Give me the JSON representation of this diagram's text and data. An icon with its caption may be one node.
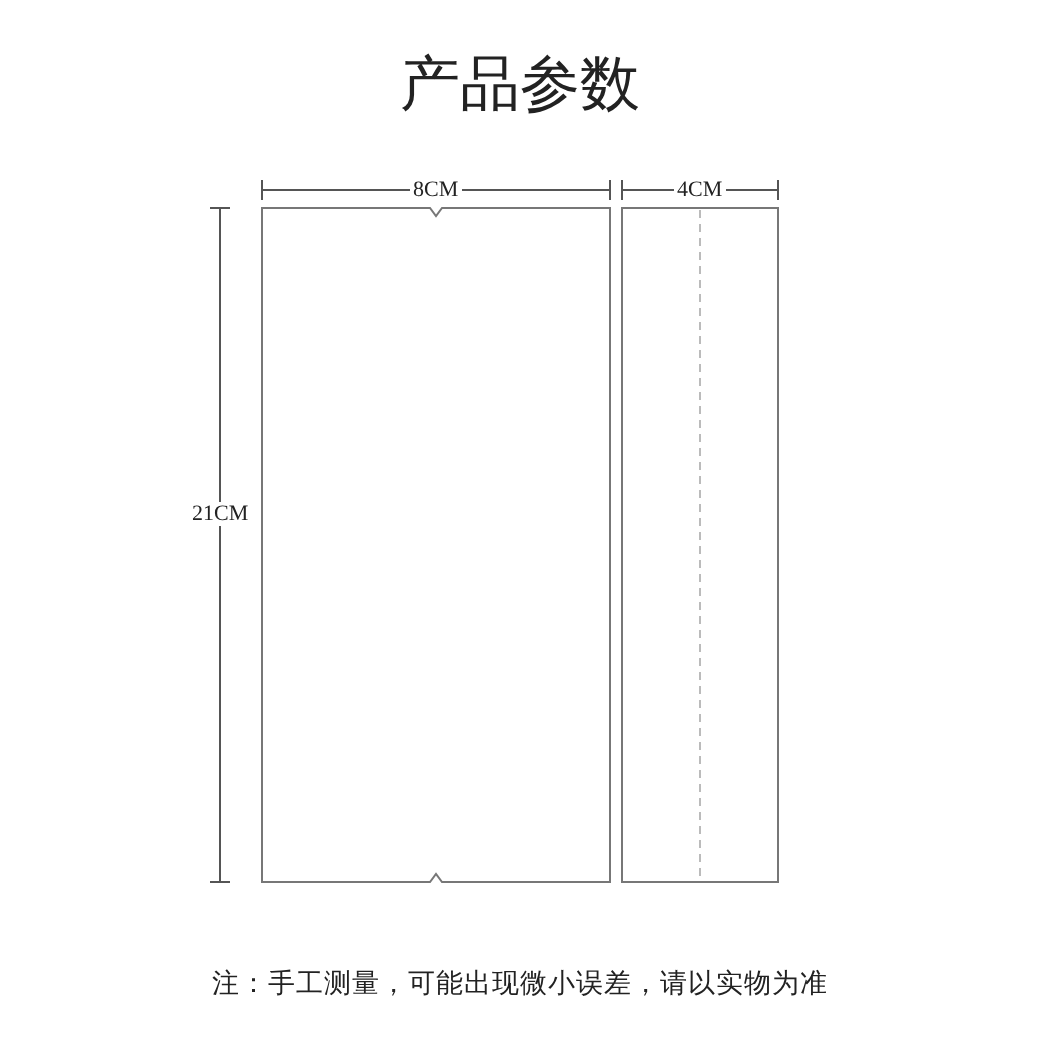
{
  "diagram": {
    "title": "产品参数",
    "labels": [
      "8CM",
      "4CM",
      "21CM",
      "注：手工测量，可能出现微小误差，请以实物为准"
    ]
  }
}
